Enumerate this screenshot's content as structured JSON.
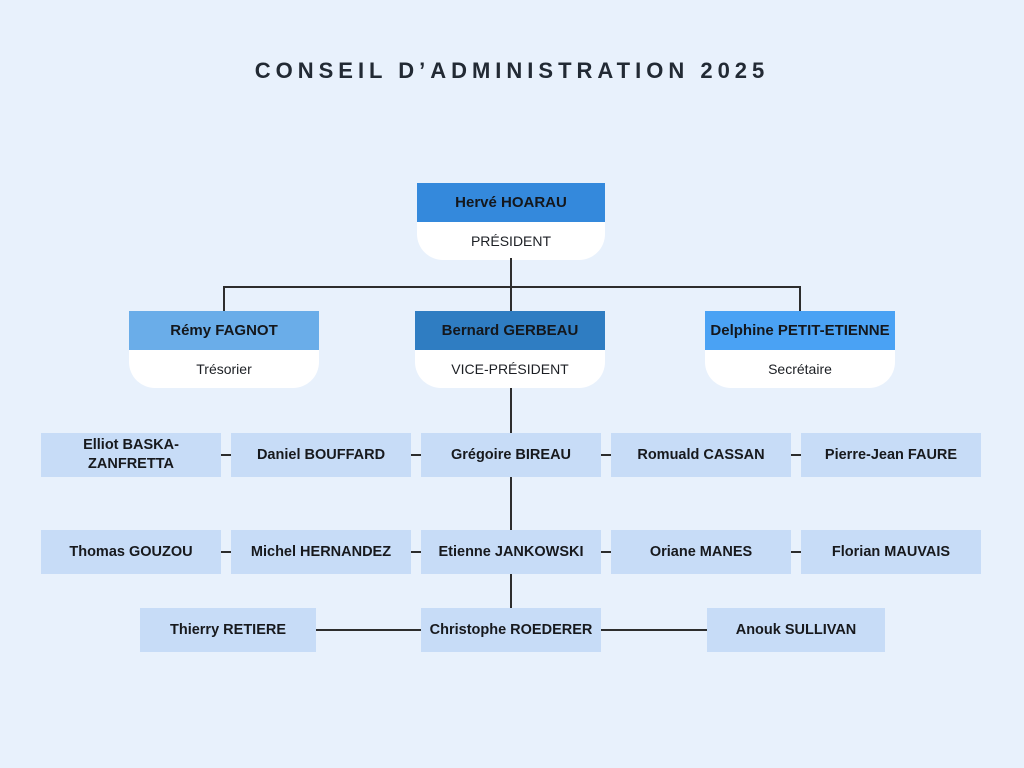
{
  "title": "CONSEIL D’ADMINISTRATION 2025",
  "colors": {
    "background": "#e8f1fc",
    "president_header": "#3489dc",
    "treasurer_header": "#6aade9",
    "vice_president_header": "#2f7dc2",
    "secretary_header": "#4aa2f4",
    "member_box": "#c7dcf7",
    "officer_sub_box": "#ffffff",
    "connector": "#2d2d2d",
    "title_text": "#222a34"
  },
  "president": {
    "name": "Hervé HOARAU",
    "role": "PRÉSIDENT"
  },
  "officers": {
    "treasurer": {
      "name": "Rémy FAGNOT",
      "role": "Trésorier"
    },
    "vice_president": {
      "name": "Bernard GERBEAU",
      "role": "VICE-PRÉSIDENT"
    },
    "secretary": {
      "name": "Delphine PETIT-ETIENNE",
      "role": "Secrétaire"
    }
  },
  "members": {
    "row1": [
      "Elliot BASKA-ZANFRETTA",
      "Daniel BOUFFARD",
      "Grégoire BIREAU",
      "Romuald CASSAN",
      "Pierre-Jean FAURE"
    ],
    "row2": [
      "Thomas GOUZOU",
      "Michel HERNANDEZ",
      "Etienne JANKOWSKI",
      "Oriane MANES",
      "Florian MAUVAIS"
    ],
    "row3": [
      "Thierry RETIERE",
      "Christophe ROEDERER",
      "Anouk SULLIVAN"
    ]
  }
}
